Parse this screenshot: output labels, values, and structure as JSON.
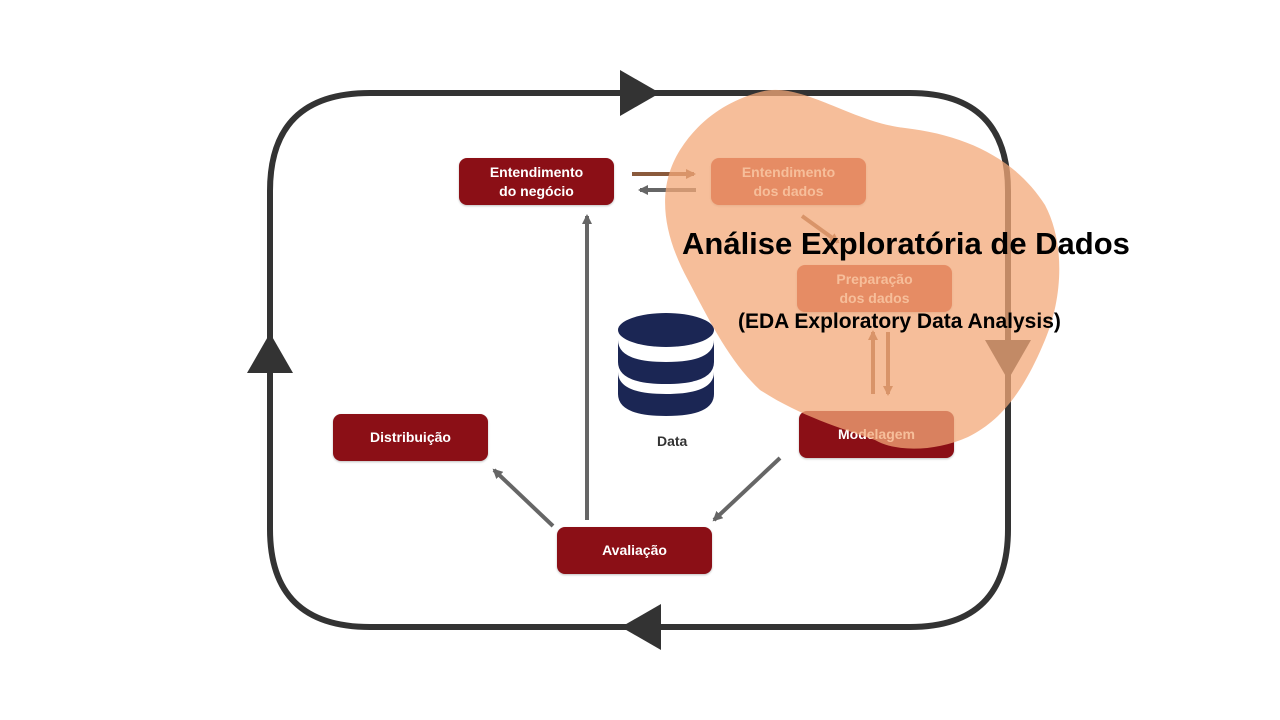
{
  "diagram": {
    "nodes": {
      "business_understanding": {
        "line1": "Entendimento",
        "line2": "do negócio"
      },
      "data_understanding": {
        "line1": "Entendimento",
        "line2": "dos dados"
      },
      "data_preparation": {
        "line1": "Preparação",
        "line2": "dos dados"
      },
      "modeling": {
        "label": "Modelagem"
      },
      "evaluation": {
        "label": "Avaliação"
      },
      "deployment": {
        "label": "Distribuição"
      }
    },
    "database_label": "Data"
  },
  "overlay": {
    "title": "Análise Exploratória de Dados",
    "subtitle": "(EDA Exploratory Data Analysis)"
  },
  "colors": {
    "node": "#8b0f16",
    "node_highlighted": "#c0392b",
    "cycle_line": "#333333",
    "inner_arrow": "#666666",
    "database": "#1b2654",
    "highlight": "#f3a878"
  }
}
